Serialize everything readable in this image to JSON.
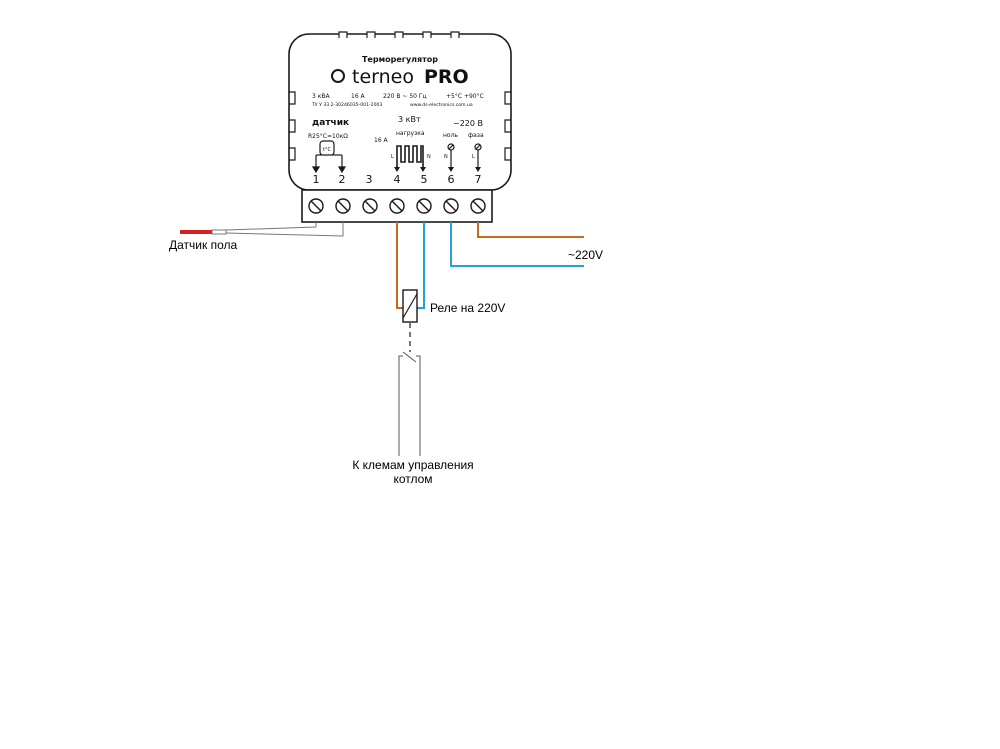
{
  "device": {
    "subtitle": "Терморегулятор",
    "brand": "terneo",
    "model": "PRO",
    "specs": {
      "power": "3 кВА",
      "current": "16 А",
      "voltage": "220 В ~ 50 Гц",
      "temp_range": "+5°С +90°С",
      "tu": "TУ У 33.2-30246035-001-2003",
      "site": "www.ds-electronics.com.ua"
    },
    "sensor_label": "датчик",
    "sensor_spec": "R25°C=10кΩ",
    "sensor_symbol": "t°C",
    "load_power": "3 кВт",
    "load_current": "16 А",
    "load_label": "нагрузка",
    "load_l": "L",
    "load_n": "N",
    "mains_voltage": "~220 В",
    "neutral_label": "ноль",
    "phase_label": "фаза",
    "neutral_mark": "N",
    "phase_mark": "L",
    "terminals": [
      "1",
      "2",
      "3",
      "4",
      "5",
      "6",
      "7"
    ]
  },
  "labels": {
    "floor_sensor": "Датчик пола",
    "mains": "~220V",
    "relay": "Реле на 220V",
    "boiler_line1": "К клемам управления",
    "boiler_line2": "котлом"
  },
  "colors": {
    "phase_wire": "#c8691f",
    "neutral_wire": "#21a3d6",
    "sensor_tip": "#d61f1f",
    "outline": "#1a1a1a"
  }
}
